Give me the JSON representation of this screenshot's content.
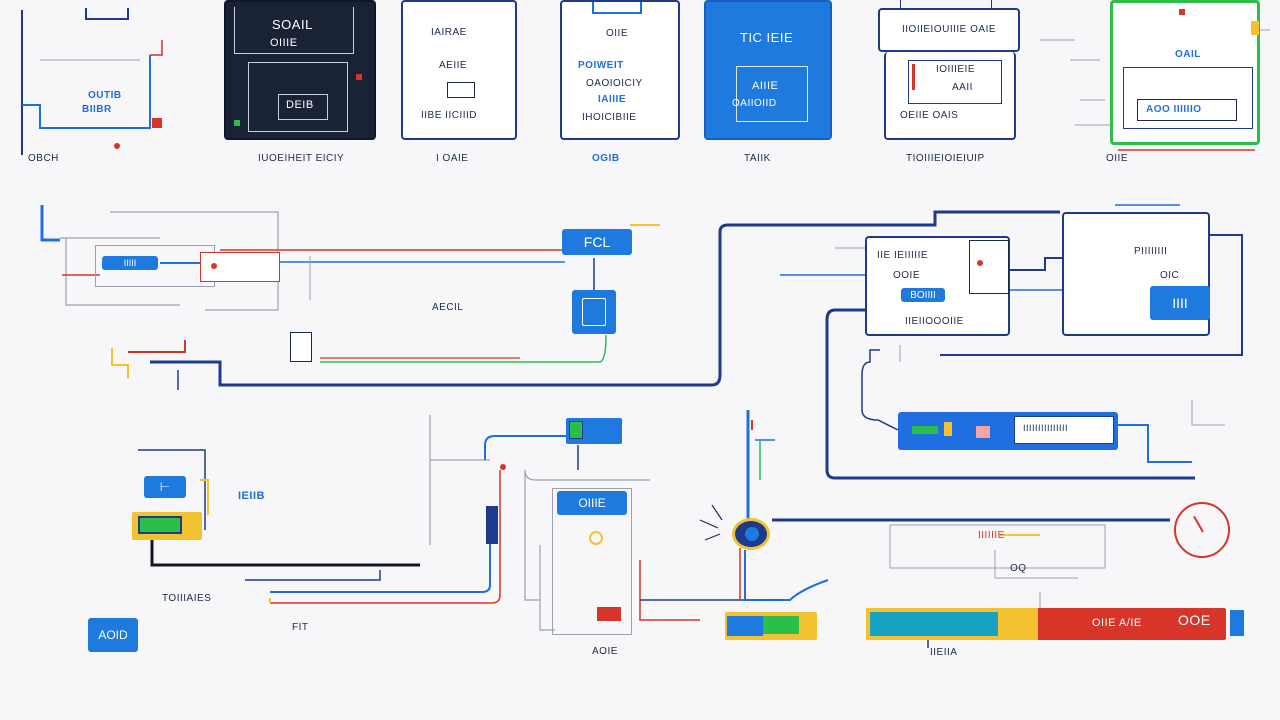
{
  "colors": {
    "navy": "#1e3a8a",
    "blue": "#1f7ae0",
    "red": "#d8352a",
    "green": "#2bbf4a",
    "yellow": "#f2c230",
    "dark": "#1a2236"
  },
  "top_cards": [
    {
      "caption": "OBCH",
      "lines": [
        "OUTIB",
        "BIIBR"
      ]
    },
    {
      "caption": "IUOEIHEIT EICIY",
      "lines": [
        "SOAIL",
        "OIIIE",
        "DEIB"
      ]
    },
    {
      "caption": "I OAIE",
      "lines": [
        "IAIRAE",
        "AEIIE",
        "IIBE IICIIID"
      ]
    },
    {
      "caption": "OGIB",
      "lines": [
        "OIIE",
        "POIWEIT",
        "OAOIOICIY",
        "IAIIIE",
        "IHOICIBIIE"
      ]
    },
    {
      "caption": "TAIIK",
      "lines": [
        "TIC IEIE",
        "AIIIE",
        "OAIIOIID"
      ]
    },
    {
      "caption": "TIOIIIEIOIEIUIP",
      "lines": [
        "IIOIIEIOUIIIE OAIE",
        "IOIIIEIE",
        "AAII",
        "OEIIE OAIS"
      ]
    },
    {
      "caption": "OIIE",
      "lines": [
        "OAIL",
        "AOO IIIIIIO"
      ]
    }
  ],
  "middle": {
    "left_label": "AECIL",
    "fcl_button": "FCL",
    "center_box_lines": [
      "IIE IEIIIIIE",
      "OOIE",
      "BOIIII",
      "IIEIIOOOIIE"
    ],
    "right_box_lines": [
      "PIIIIIIII",
      "OIC",
      "IIII"
    ],
    "cable_strip": "IIIIIIIIIIIIIII"
  },
  "bottom": {
    "left_label": "TOIIIAIES",
    "aoid_button": "AOID",
    "center_label": "IEIIB",
    "fit_label": "FIT",
    "device_label": "OIIIE",
    "aoie_label": "AOIE",
    "right_label": "IIIIIIE",
    "oq_label": "OQ",
    "progress_text": "OIIE A/IE",
    "progress_value": "OOE",
    "progress_caption": "IIEIIA"
  }
}
